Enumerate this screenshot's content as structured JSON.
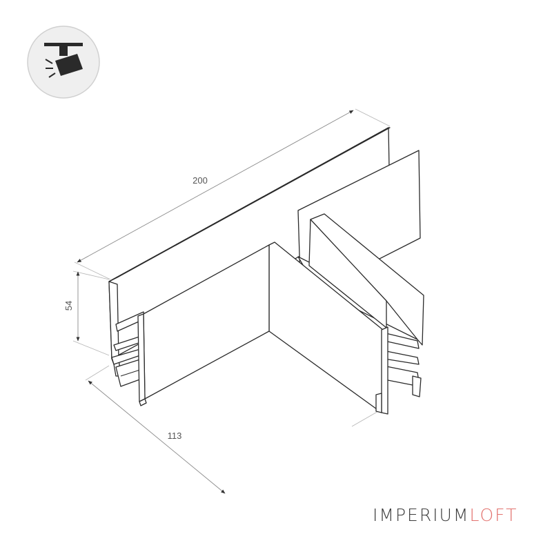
{
  "dimensions": {
    "length": "200",
    "height": "54",
    "depth": "113"
  },
  "brand": {
    "part1": "IMPERIUM",
    "part2": "LOFT",
    "color_dark": "#3c3c3c",
    "color_accent": "#e2706c"
  },
  "badge": {
    "icon": "track-spotlight-icon",
    "background": "#efefef"
  },
  "colors": {
    "outline": "#2a2a2a",
    "dimension_line": "#8a8a8a"
  }
}
